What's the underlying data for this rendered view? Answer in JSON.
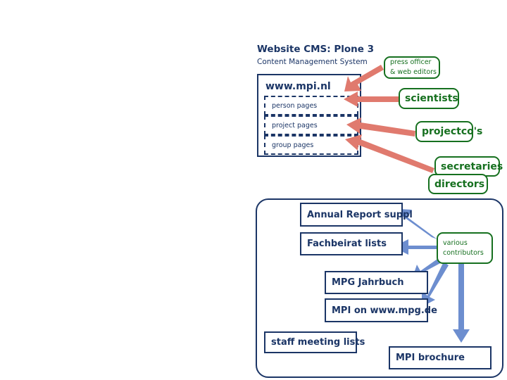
{
  "diagram": {
    "title": "Website CMS: Plone 3",
    "subtitle": "Content Management System"
  },
  "website": {
    "url_label": "www.mpi.nl",
    "subpages": [
      {
        "label": "person pages"
      },
      {
        "label": "project pages"
      },
      {
        "label": "group pages"
      }
    ]
  },
  "roles": [
    {
      "name": "press-officer-web-editors",
      "label_line1": "press officer",
      "label_line2": "& web editors",
      "size": "small"
    },
    {
      "name": "scientists",
      "label_line1": "scientists",
      "label_line2": "",
      "size": "large"
    },
    {
      "name": "projectcos",
      "label_line1": "projectco's",
      "label_line2": "",
      "size": "large"
    },
    {
      "name": "secretaries",
      "label_line1": "secretaries",
      "label_line2": "",
      "size": "large"
    },
    {
      "name": "directors",
      "label_line1": "directors",
      "label_line2": "",
      "size": "large"
    },
    {
      "name": "various-contributors",
      "label_line1": "various",
      "label_line2": "contributors",
      "size": "small"
    }
  ],
  "publications": [
    {
      "name": "annual-report-suppl",
      "label": "Annual Report suppl"
    },
    {
      "name": "fachbeirat-lists",
      "label": "Fachbeirat lists"
    },
    {
      "name": "mpg-jahrbuch",
      "label": "MPG Jahrbuch"
    },
    {
      "name": "mpi-on-mpg-de",
      "label": "MPI on www.mpg.de"
    },
    {
      "name": "staff-meeting-lists",
      "label": "staff meeting lists"
    },
    {
      "name": "mpi-brochure",
      "label": "MPI brochure"
    }
  ],
  "colors": {
    "navy": "#1b3566",
    "green": "#16701f",
    "red_arrow": "#e07a6e",
    "blue_arrow": "#6d8ecf"
  }
}
